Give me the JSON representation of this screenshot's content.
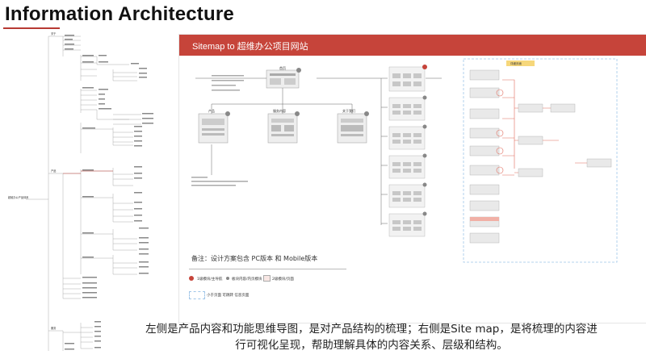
{
  "page": {
    "title": "Information Architecture",
    "caption_line1": "左侧是产品内容和功能思维导图，是对产品结构的梳理；右侧是Site map，是将梳理的内容进",
    "caption_line2": "行可视化呈现，帮助理解具体的内容关系、层级和结构。"
  },
  "sitemap": {
    "header_title": "Sitemap to 超维办公项目网站",
    "note": "备注：设计方案包含 PC版本 和 Mobile版本",
    "legend": [
      "1级模块/主导航",
      "板块内容/内页模块",
      "2级模块/页面",
      "小于页面 可跳转 信息页面"
    ],
    "nodes": [
      "首页",
      "产品",
      "服务内容",
      "关于我们"
    ],
    "right_column_label": "详细页面"
  },
  "mindmap": {
    "root": "超维办公产品体系",
    "branches": [
      "产品",
      "服务",
      "关于"
    ]
  },
  "colors": {
    "accent": "#c6443a",
    "title_rule": "#b73a33",
    "dashed_frame": "#9fc5e8"
  }
}
